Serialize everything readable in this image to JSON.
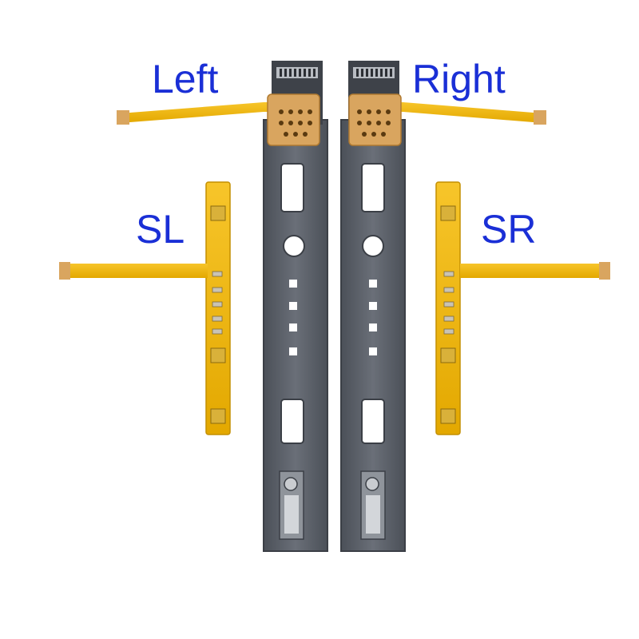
{
  "labels": {
    "left": "Left",
    "right": "Right",
    "sl": "SL",
    "sr": "SR"
  },
  "colors": {
    "label": "#1a2fd6",
    "rail": "#5a5f69",
    "flex_cable": "#f2b70f",
    "copper_pad": "#d9a55f"
  }
}
